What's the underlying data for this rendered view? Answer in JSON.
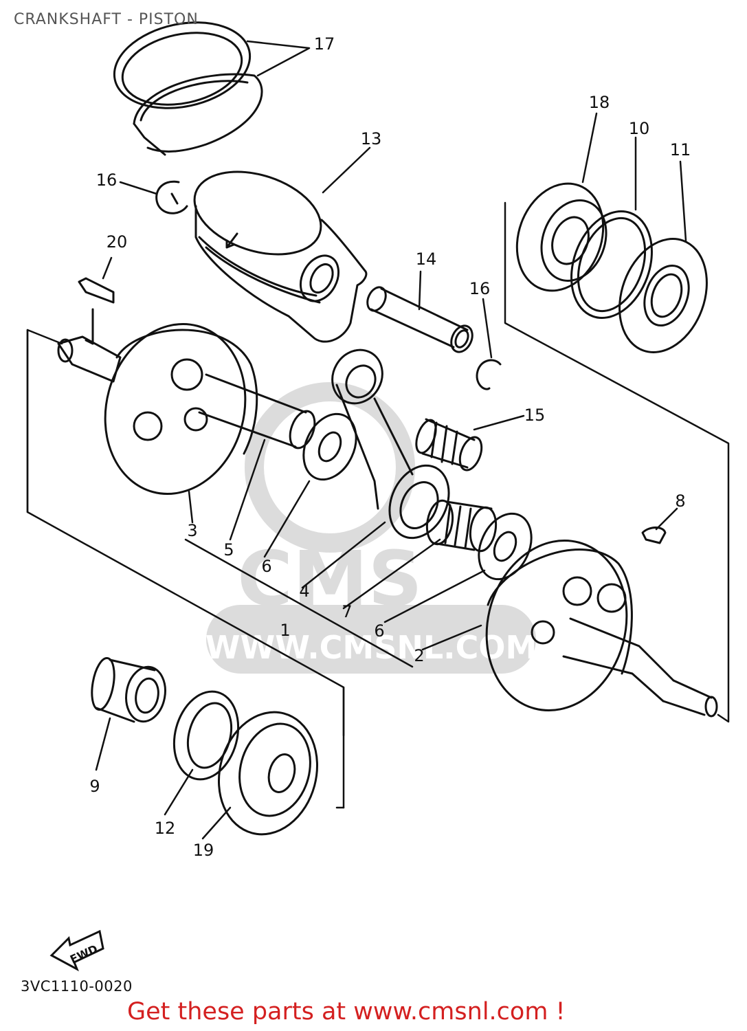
{
  "title": "CRANKSHAFT - PISTON",
  "diagram_code": "3VC1110-0020",
  "promo_text": "Get these parts at www.cmsnl.com !",
  "promo_color": "#d42020",
  "line_color": "#111111",
  "watermark": {
    "text": "CMS",
    "url": "WWW.CMSNL.COM",
    "color": "#dcdcdc"
  },
  "direction_label": "FWD",
  "callouts": [
    "1",
    "2",
    "3",
    "4",
    "5",
    "6",
    "6",
    "7",
    "8",
    "9",
    "10",
    "11",
    "12",
    "13",
    "14",
    "15",
    "16",
    "16",
    "17",
    "18",
    "19",
    "20"
  ]
}
